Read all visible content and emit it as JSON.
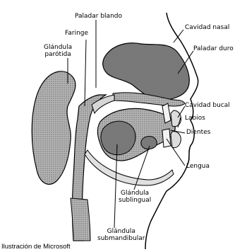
{
  "diagram": {
    "labels": {
      "paladar_blando": "Paladar blando",
      "faringe": "Faringe",
      "glandula_parotida_line1": "Glándula",
      "glandula_parotida_line2": "parótida",
      "cavidad_nasal": "Cavidad nasal",
      "paladar_duro": "Paladar duro",
      "cavidad_bucal": "Cavidad bucal",
      "labios": "Labios",
      "dientes": "Dientes",
      "lengua": "Lengua",
      "glandula_sublingual_line1": "Glándula",
      "glandula_sublingual_line2": "sublingual",
      "glandula_submandibular_line1": "Glándula",
      "glandula_submandibular_line2": "submandibular"
    },
    "caption": "Ilustración de Microsoft",
    "colors": {
      "outline": "#000000",
      "tissue": "#8e8e8e",
      "tissue_light": "#c8c8c8",
      "background": "#ffffff"
    }
  }
}
